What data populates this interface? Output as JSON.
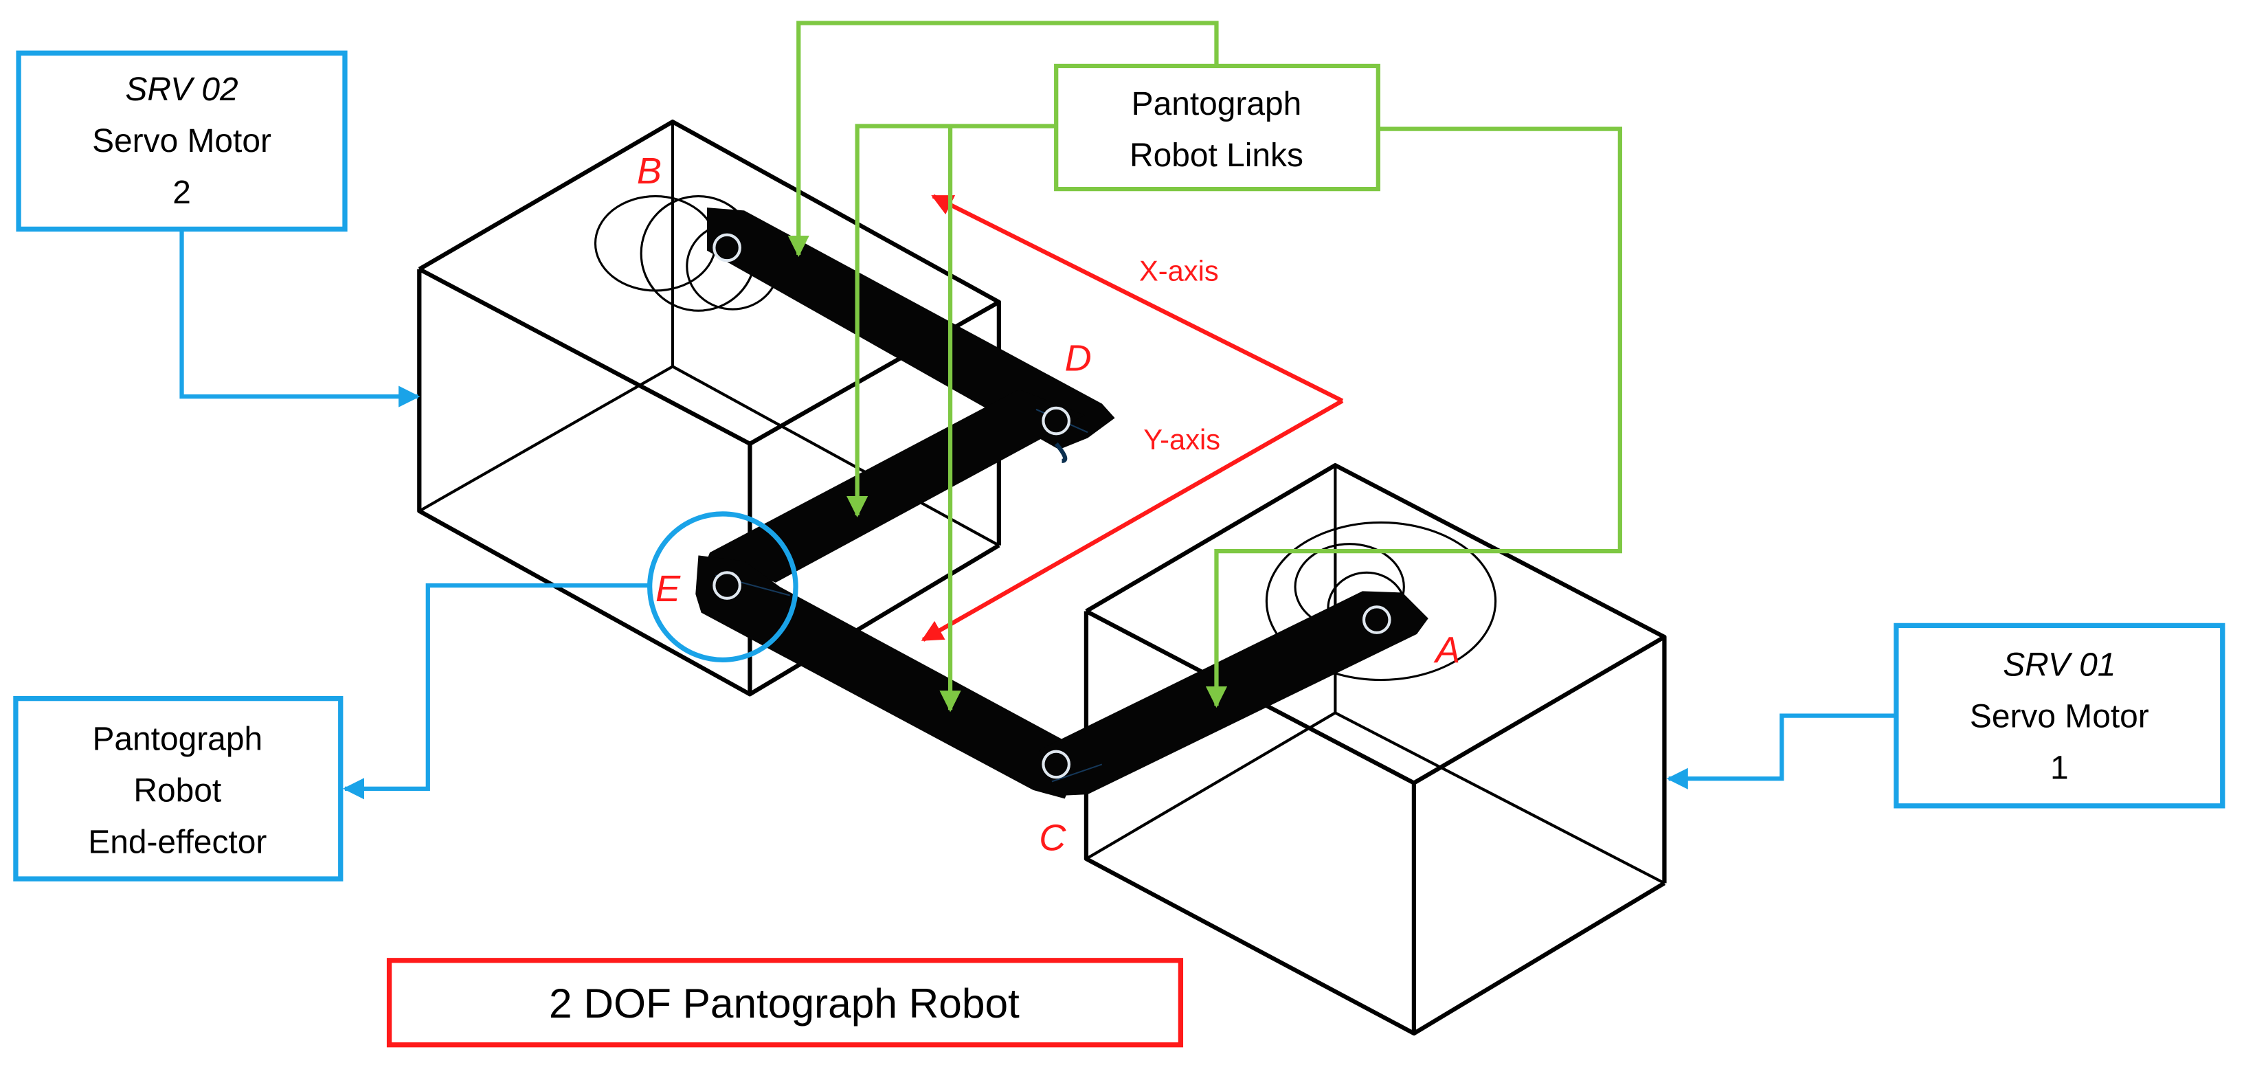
{
  "diagram": {
    "title": "2 DOF Pantograph Robot",
    "callouts": {
      "servo2": {
        "line1": "SRV 02",
        "line2": "Servo Motor",
        "line3": "2"
      },
      "servo1": {
        "line1": "SRV 01",
        "line2": "Servo Motor",
        "line3": "1"
      },
      "end_effector": {
        "line1": "Pantograph",
        "line2": "Robot",
        "line3": "End-effector"
      },
      "links": {
        "line1": "Pantograph",
        "line2": "Robot Links"
      }
    },
    "points": {
      "a": "A",
      "b": "B",
      "c": "C",
      "d": "D",
      "e": "E"
    },
    "axes": {
      "x": "X-axis",
      "y": "Y-axis"
    }
  },
  "colors": {
    "blue": "#1aa3e8",
    "green": "#7ec843",
    "red": "#ff1a1a",
    "black": "#000000",
    "link": "#050505"
  }
}
